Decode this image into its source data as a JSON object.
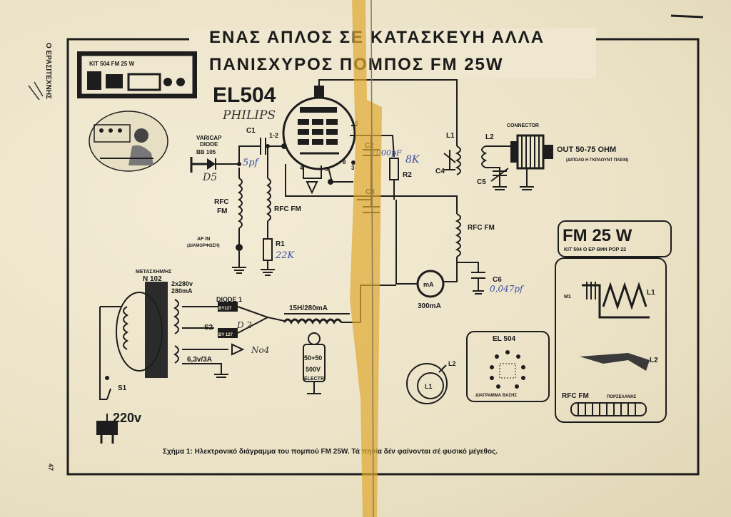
{
  "side_text": "Ο ΕΡΑΣΙΤΕΧΝΗΣ",
  "page_number": "47",
  "title": {
    "line1": "ΕΝΑΣ ΑΠΛΟΣ ΣΕ ΚΑΤΑΣΚΕΥΗ ΑΛΛΑ",
    "line2": "ΠΑΝΙΣΧΥΡΟΣ ΠΟΜΠΟΣ FM 25W"
  },
  "kit_panel": {
    "top": "KIT 504   FM 25 W"
  },
  "tube": {
    "name": "EL504",
    "brand": "PHILIPS"
  },
  "labels": {
    "varicap": "VARICAP",
    "diode": "DIODE",
    "bb105": "BB 105",
    "d5": "D5",
    "c1": "C1",
    "c1_val": "5pf",
    "pin12": "1-2",
    "pin5": "5",
    "pin4": "4",
    "pin8": "8",
    "pin3": "3",
    "pin5b": "5",
    "c2": "C2",
    "c2_val": "1000pF",
    "c3": "C3",
    "r2": "R2",
    "r2_val": "8K",
    "l1": "L1",
    "l2": "L2",
    "c4": "C4",
    "c5": "C5",
    "connector": "CONNECTOR",
    "out": "OUT  50-75 OHM",
    "out_sub": "(ΔΙΠΟΛΟ Η ΓΚΡΑΟΥΝΤ ΠΛΕΙΝ)",
    "rfc_fm_1": "RFC",
    "rfc_fm_1b": "FM",
    "rfc_fm_2": "RFC FM",
    "rfc_fm_3": "RFC FM",
    "af_in": "AF IN",
    "af_in_sub": "(ΔΙΑΜΟΡΦΩΣΗ)",
    "r1": "R1",
    "r1_val": "22K",
    "transformer": "ΜΕΤΑΣΧΗΜ/ΗΣ",
    "n102": "N 102",
    "tr_v1": "2x280v",
    "tr_v2": "280mA",
    "diode1": "DIODE 1",
    "by127a": "BY127",
    "by127b": "BY 127",
    "d2": "D 2",
    "no4": "No4",
    "s2": "S2",
    "v63": "6,3v/3A",
    "choke": "15H/280mA",
    "cap_val1": "50+50",
    "cap_val2": "500V",
    "cap_val3": "ELECTR",
    "s1": "S1",
    "mains": "220v",
    "meter": "mA",
    "meter_val": "300mA",
    "c6": "C6",
    "c6_val": "0,047pf",
    "el504_box": "EL 504",
    "base_diagram": "ΔΙΑΓΡΑΜΜΑ ΒΑΣΗΣ",
    "l1_circle": "L1",
    "l2_circle": "L2",
    "fm25w": "FM 25 W",
    "kit504": "KIT 504  Ο ΕΡ ΘΙΦΙ ΡΟΡ 22",
    "coil_l1": "L1",
    "coil_l2": "L2",
    "coil_m": "M1",
    "rfc_porcelain": "RFC FM",
    "rfc_porcelain_sub": "ΠΟΡΣΕΛΑΝΗΣ"
  },
  "caption": "Σχήμα 1: Ηλεκτρονικό διάγραμμα του πομπού FM 25W. Τά πηνία δέν φαίνονται σέ φυσικό μέγεθος.",
  "colors": {
    "paper": "#efe7cf",
    "ink": "#1d1d1d",
    "tape": "#e0a830",
    "pen": "#3a4fa0"
  }
}
